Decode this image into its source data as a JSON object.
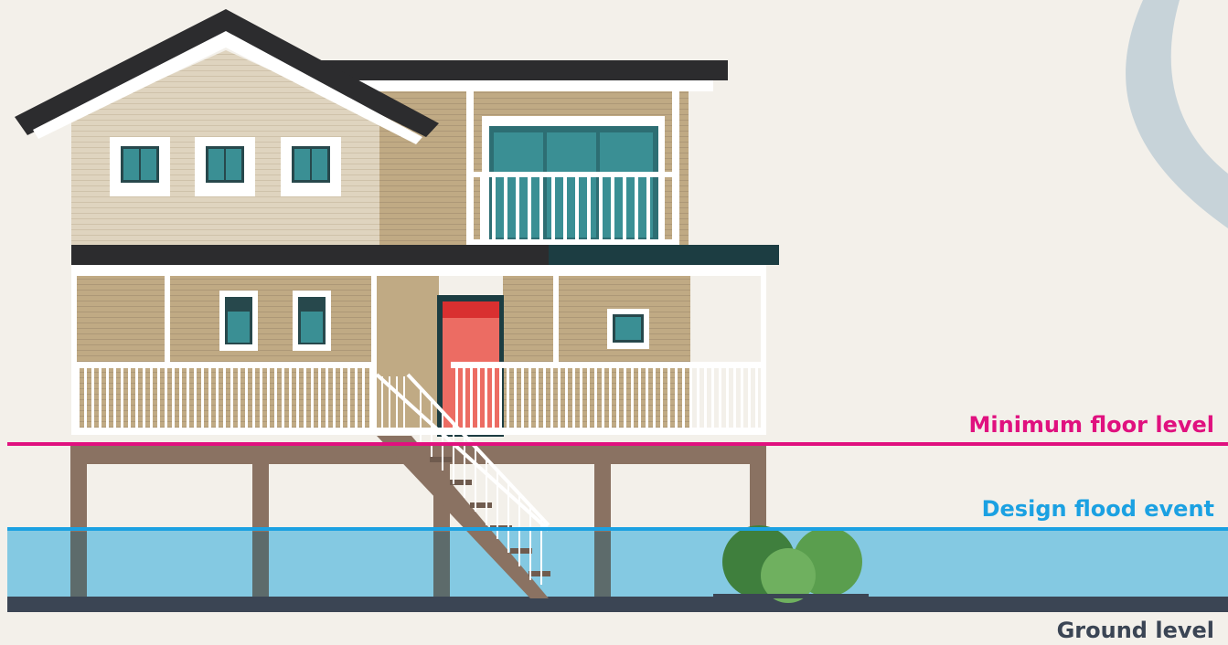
{
  "labels": {
    "minimum_floor_level": "Minimum floor level",
    "design_flood_event": "Design flood event",
    "ground_level": "Ground level"
  },
  "colors": {
    "background": "#f3f0ea",
    "minimum_floor_level": "#e0117f",
    "design_flood_event": "#1ba1e2",
    "ground": "#3b4554",
    "water": "#84c9e2",
    "siding": "#c0aa84",
    "roof": "#2c2c2e",
    "stilts": "#8a7262",
    "door": "#ec6c63",
    "trim": "#ffffff",
    "window_glass": "#3a8f94",
    "shrub": "#5a9e4e"
  },
  "icons": [
    "house-on-stilts-illustration",
    "shrub-icon",
    "staircase-icon"
  ]
}
